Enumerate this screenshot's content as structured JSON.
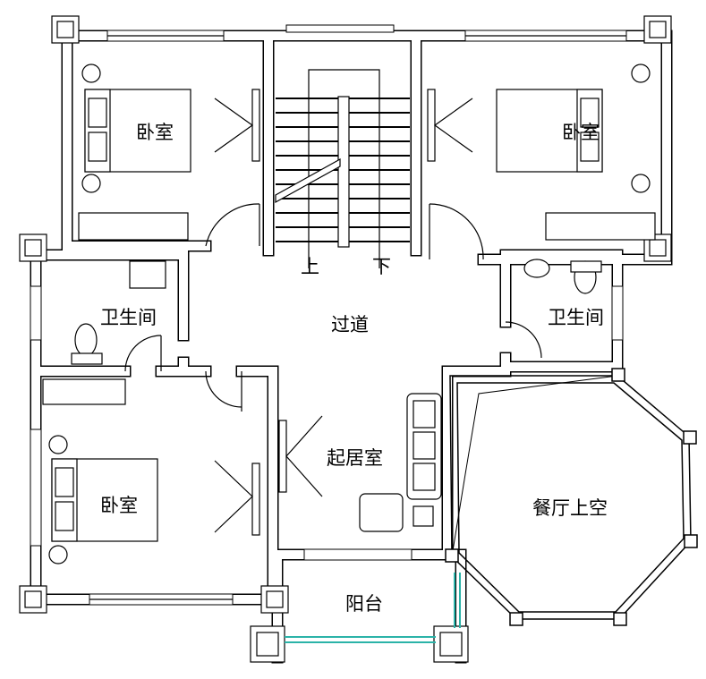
{
  "rooms": {
    "bedroom_top_left": "卧室",
    "bedroom_top_right": "卧室",
    "bedroom_bottom_left": "卧室",
    "bathroom_left": "卫生间",
    "bathroom_right": "卫生间",
    "corridor": "过道",
    "living_room": "起居室",
    "dining_void": "餐厅上空",
    "balcony": "阳台"
  },
  "stairs": {
    "up": "上",
    "down": "下"
  },
  "colors": {
    "wall": "#000000",
    "balcony_rail": "#2bb3a8"
  }
}
